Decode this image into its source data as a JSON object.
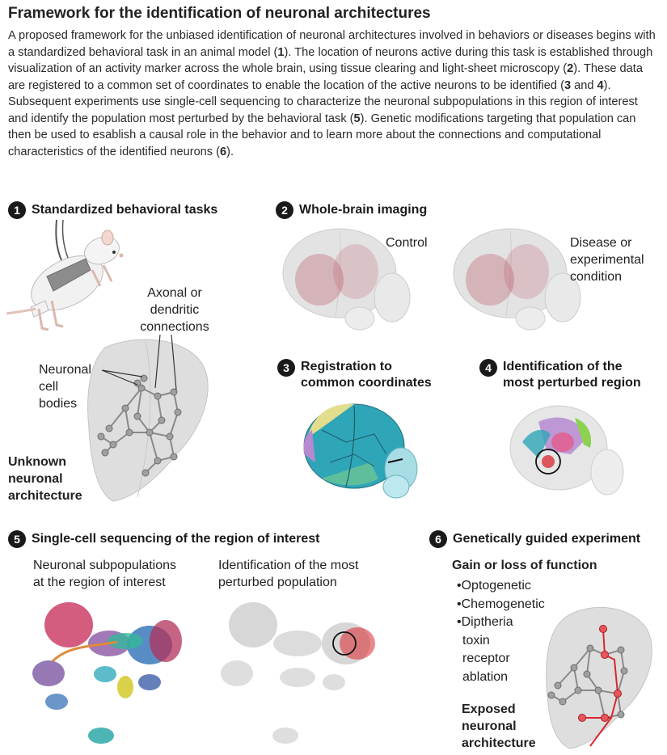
{
  "title": "Framework for the identification of neuronal architectures",
  "intro": {
    "p1": "A proposed framework for the unbiased identification of neuronal architectures involved in behaviors or diseases begins with a standardized behavioral task in an animal model (",
    "n1": "1",
    "p2": "). The location of neurons active during this task is established through visualization of an activity marker across the whole brain, using tissue clearing and light-sheet microscopy (",
    "n2": "2",
    "p3": "). These data are registered to a common set of coordinates to enable the location of the active neurons to be identified (",
    "n3": "3",
    "and": " and ",
    "n4": "4",
    "p4": "). Subsequent experiments use single-cell sequencing to characterize the neuronal subpopulations in this region of interest and identify the population most perturbed by the behavioral task (",
    "n5": "5",
    "p5": "). Genetic modifications targeting that population can then be used to esablish a causal role in the behavior and to learn more about the connections and computational characteristics of the identified neurons (",
    "n6": "6",
    "p6": ")."
  },
  "step1": {
    "num": "1",
    "title": "Standardized behavioral tasks",
    "axonal": [
      "Axonal or",
      "dendritic",
      "connections"
    ],
    "cells": [
      "Neuronal",
      "cell",
      "bodies"
    ],
    "unknown": [
      "Unknown",
      "neuronal",
      "architecture"
    ]
  },
  "step2": {
    "num": "2",
    "title": "Whole-brain imaging",
    "control": "Control",
    "disease": [
      "Disease or",
      "experimental",
      "condition"
    ]
  },
  "step3": {
    "num": "3",
    "title": [
      "Registration to",
      "common coordinates"
    ]
  },
  "step4": {
    "num": "4",
    "title": [
      "Identification of the",
      "most perturbed region"
    ]
  },
  "step5": {
    "num": "5",
    "title": "Single-cell sequencing of the region of interest",
    "left_label": [
      "Neuronal subpopulations",
      "at the region of interest"
    ],
    "right_label": [
      "Identification of the most",
      "perturbed population"
    ]
  },
  "step6": {
    "num": "6",
    "title": "Genetically guided experiment",
    "subtitle": "Gain or loss of function",
    "bullets": [
      "•Optogenetic",
      "•Chemogenetic",
      "•Diptheria",
      "toxin",
      "receptor",
      "ablation"
    ],
    "exposed": [
      "Exposed",
      "neuronal",
      "architecture"
    ]
  },
  "colors": {
    "text": "#1a1a1a",
    "highlight": "#d9262e",
    "brain": "#d6d6d6",
    "activity": "#b5485a"
  }
}
